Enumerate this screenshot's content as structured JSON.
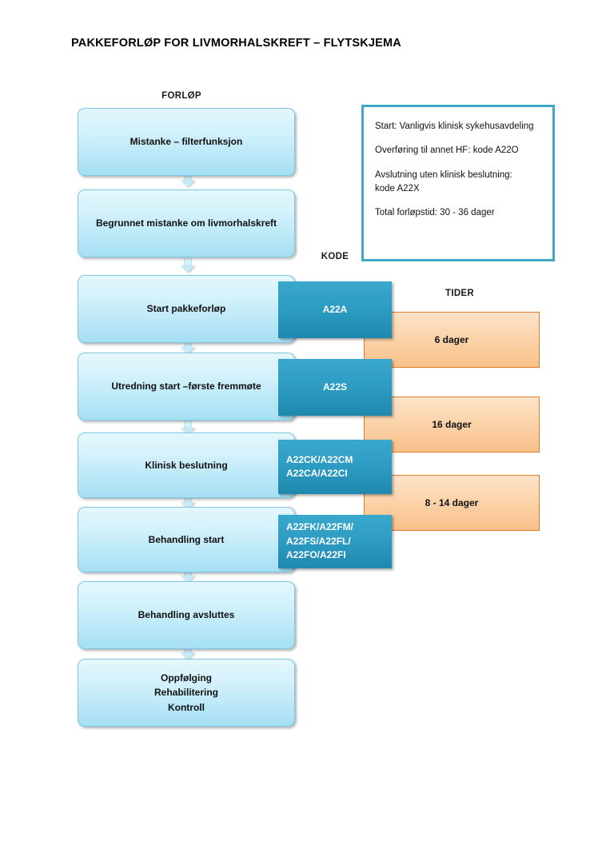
{
  "document": {
    "title": "PAKKEFORLØP FOR LIVMORHALSKREFT – FLYTSKJEMA"
  },
  "columns": {
    "flow_header": "FORLØP",
    "code_header": "KODE",
    "time_header": "TIDER"
  },
  "colors": {
    "flow_box_fill_top": "#e4f7fd",
    "flow_box_fill_bottom": "#a5dff3",
    "flow_box_border": "#7ec8e3",
    "code_box_fill_top": "#3aa8cc",
    "code_box_fill_bottom": "#1f88ae",
    "code_box_text": "#ffffff",
    "time_box_fill_top": "#fce0c4",
    "time_box_fill_bottom": "#f9c characteristically",
    "time_box_border": "#e07b28",
    "info_box_border": "#40a7c4",
    "title_text": "#000000"
  },
  "flow_steps": [
    {
      "label": "Mistanke – filterfunksjon"
    },
    {
      "label": "Begrunnet mistanke om livmorhalskreft"
    },
    {
      "label": "Start pakkeforløp"
    },
    {
      "label": "Utredning start –første fremmøte"
    },
    {
      "label": "Klinisk beslutning"
    },
    {
      "label": "Behandling start"
    },
    {
      "label": "Behandling avsluttes"
    },
    {
      "label": "Oppfølging\nRehabilitering\nKontroll"
    }
  ],
  "codes": [
    {
      "label": "A22A",
      "align": "center"
    },
    {
      "label": "A22S",
      "align": "center"
    },
    {
      "label": "A22CK/A22CM\nA22CA/A22CI",
      "align": "left"
    },
    {
      "label": "A22FK/A22FM/\nA22FS/A22FL/\nA22FO/A22FI",
      "align": "left"
    }
  ],
  "times": [
    {
      "label": "6 dager"
    },
    {
      "label": "16 dager"
    },
    {
      "label": "8 - 14 dager"
    }
  ],
  "info_box": {
    "lines": [
      "Start: Vanligvis klinisk sykehusavdeling",
      "Overføring til annet HF: kode A22O",
      "Avslutning uten klinisk beslutning:\nkode A22X",
      "Total forløpstid: 30 - 36 dager"
    ]
  }
}
